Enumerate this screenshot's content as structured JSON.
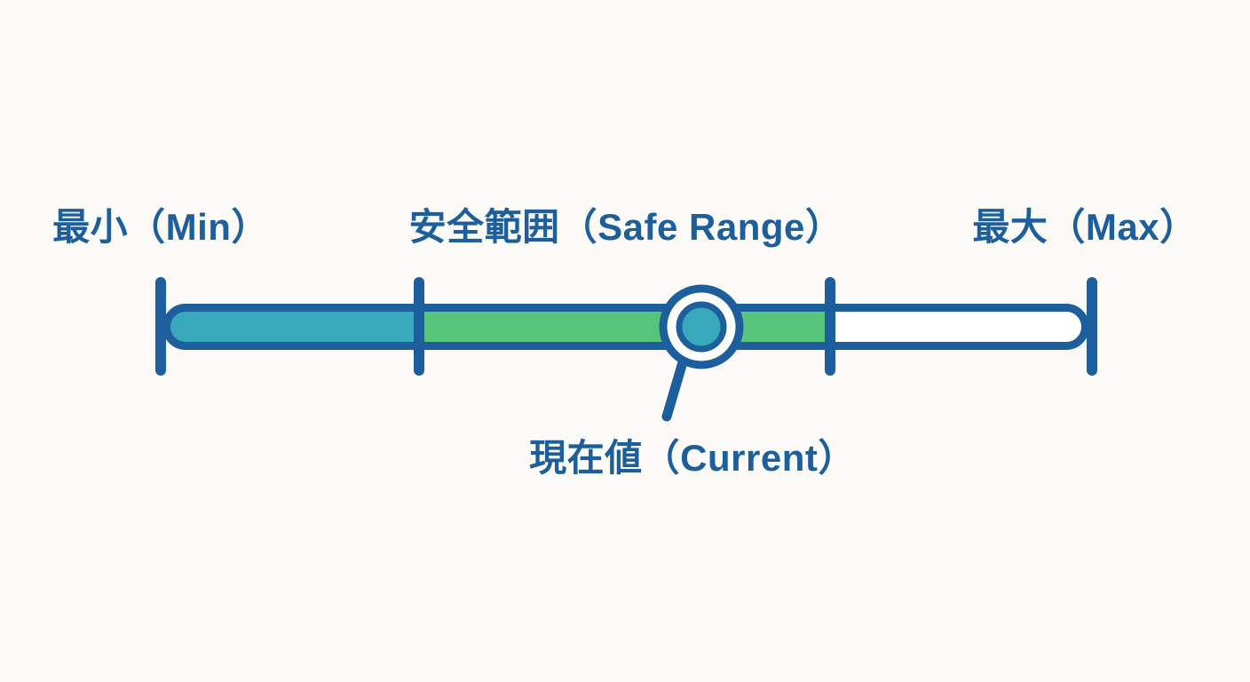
{
  "labels": {
    "min": "最小（Min）",
    "safe_range": "安全範囲（Safe Range）",
    "max": "最大（Max）",
    "current": "現在値（Current）"
  },
  "colors": {
    "outline_blue": "#1d5f9c",
    "fill_teal": "#38a9ba",
    "fill_green": "#57c47b",
    "fill_white": "#ffffff",
    "background": "#fbfaf6"
  }
}
